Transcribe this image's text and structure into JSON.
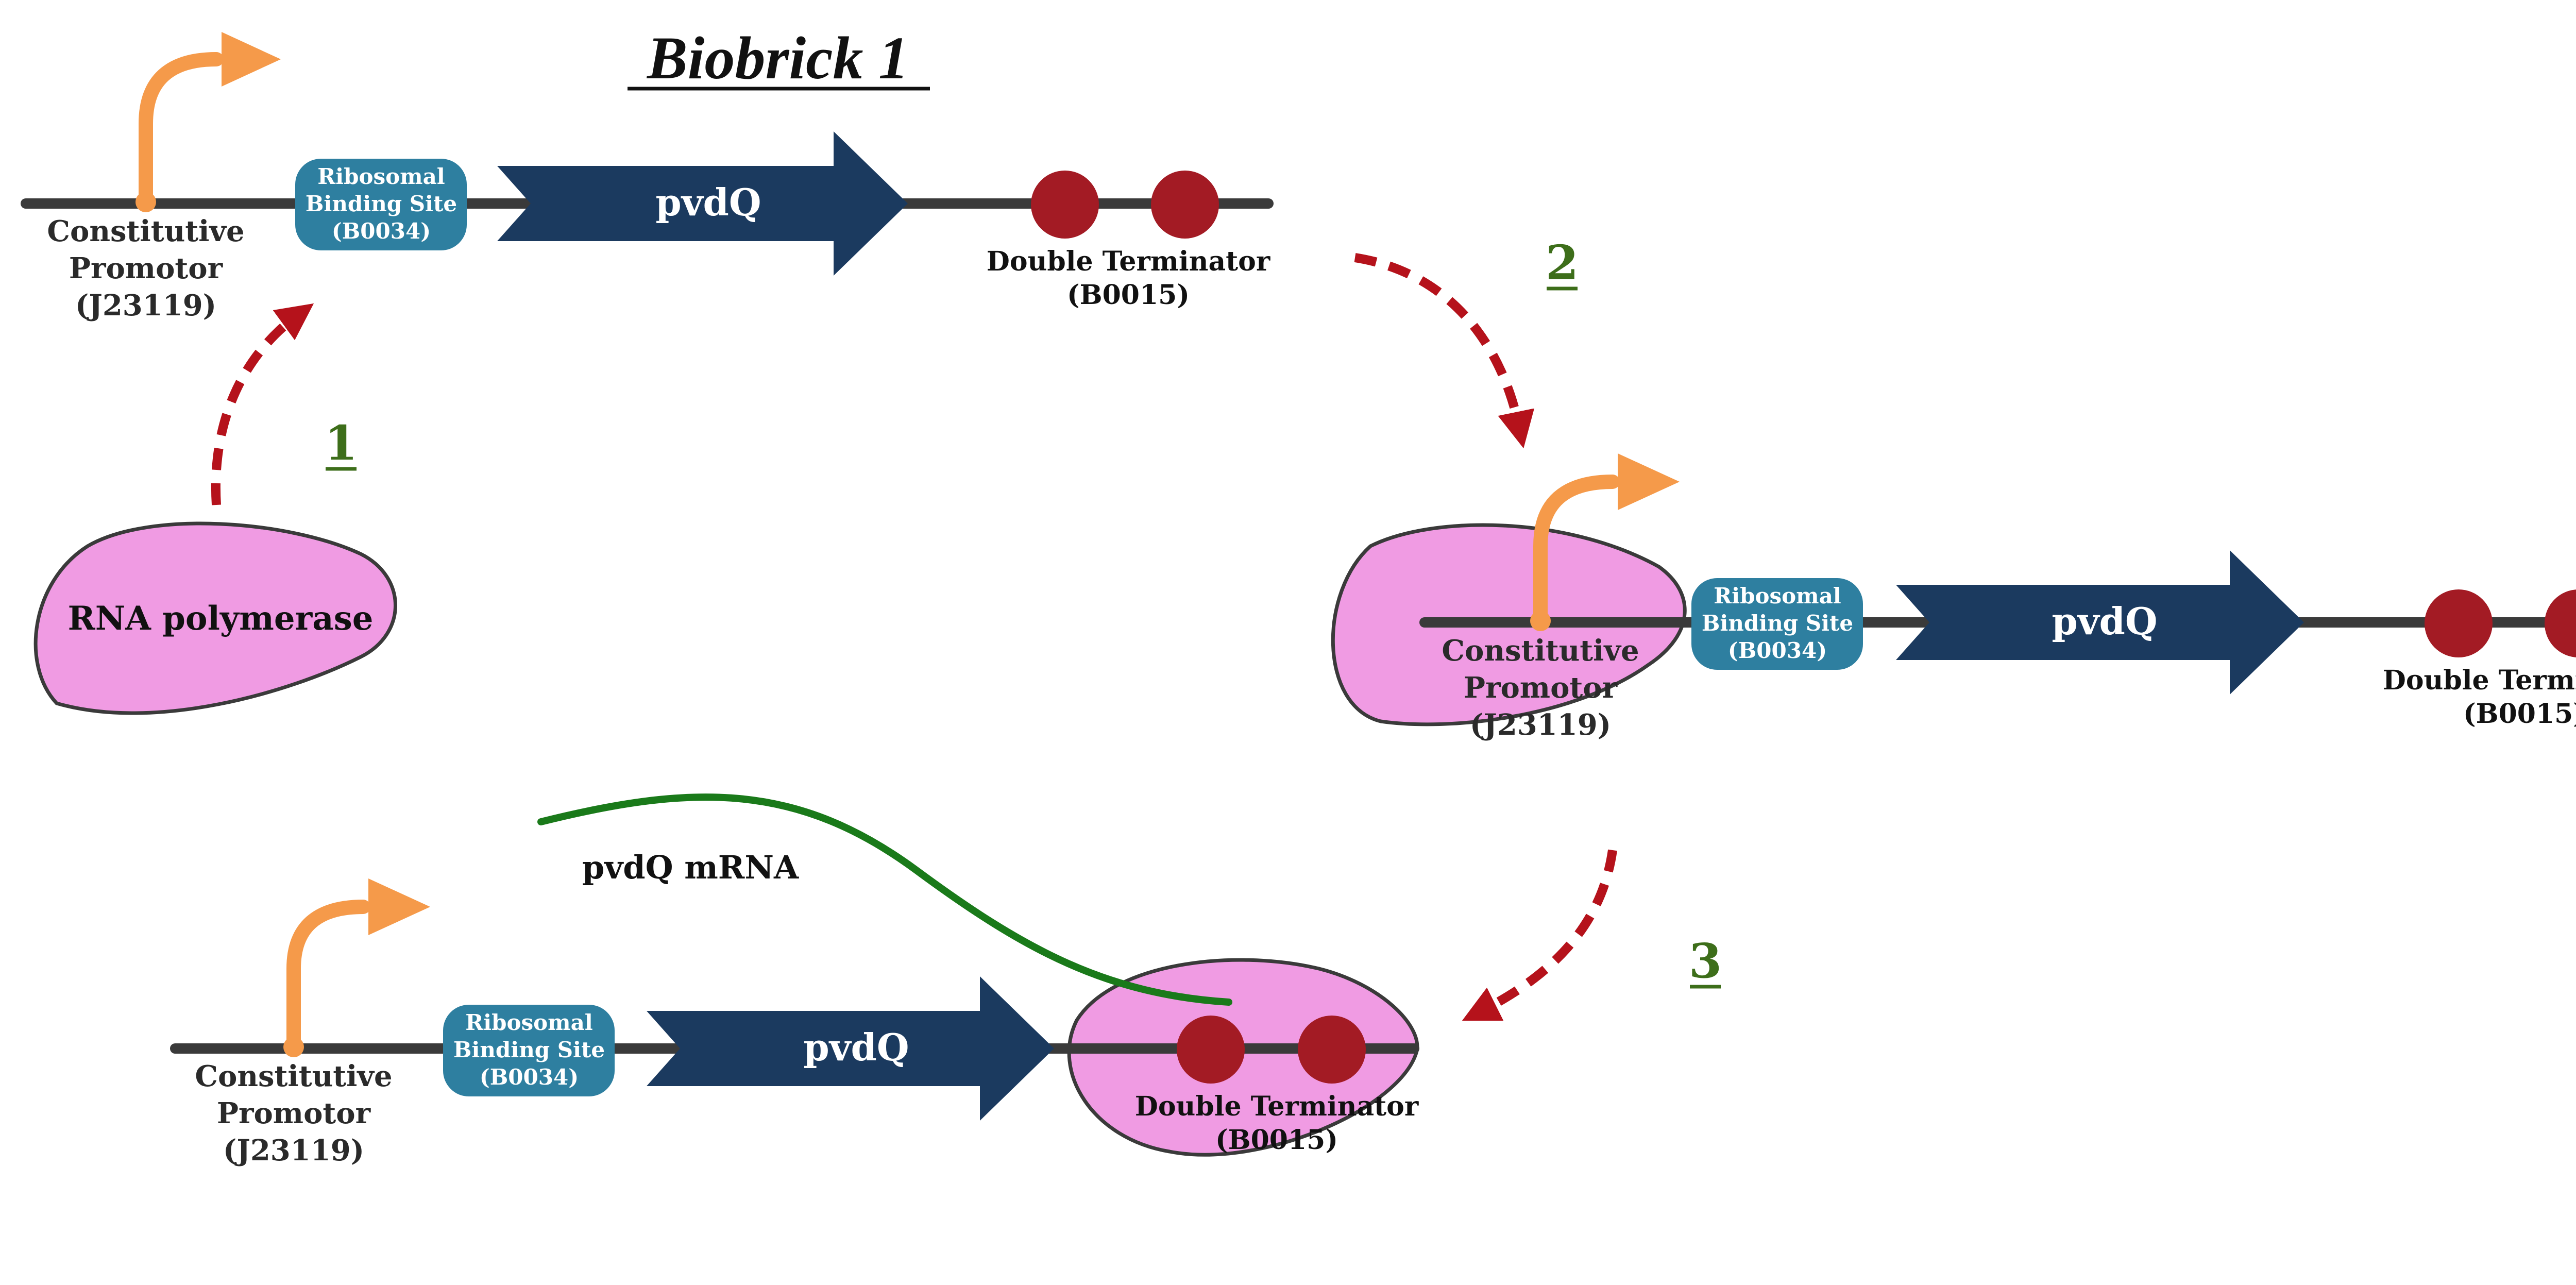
{
  "title": "Biobrick 1",
  "steps": [
    "1",
    "2",
    "3"
  ],
  "rna_polymerase": "RNA polymerase",
  "mrna": "pvdQ mRNA",
  "parts": {
    "promoter": [
      "Constitutive",
      "Promotor",
      "(J23119)"
    ],
    "rbs": [
      "Ribosomal",
      "Binding Site",
      "(B0034)"
    ],
    "gene": "pvdQ",
    "terminator": [
      "Double Terminator",
      "(B0015)"
    ]
  },
  "colors": {
    "dna": "#3a3a3a",
    "promoter_arrow": "#f59a4a",
    "rbs": "#2e7fa0",
    "gene": "#1b3a5f",
    "terminator": "#a31b24",
    "polymerase": "#f09be3",
    "step_arrow": "#b5121b",
    "step_number": "#3d6e1a",
    "mrna": "#1a7a1a"
  }
}
